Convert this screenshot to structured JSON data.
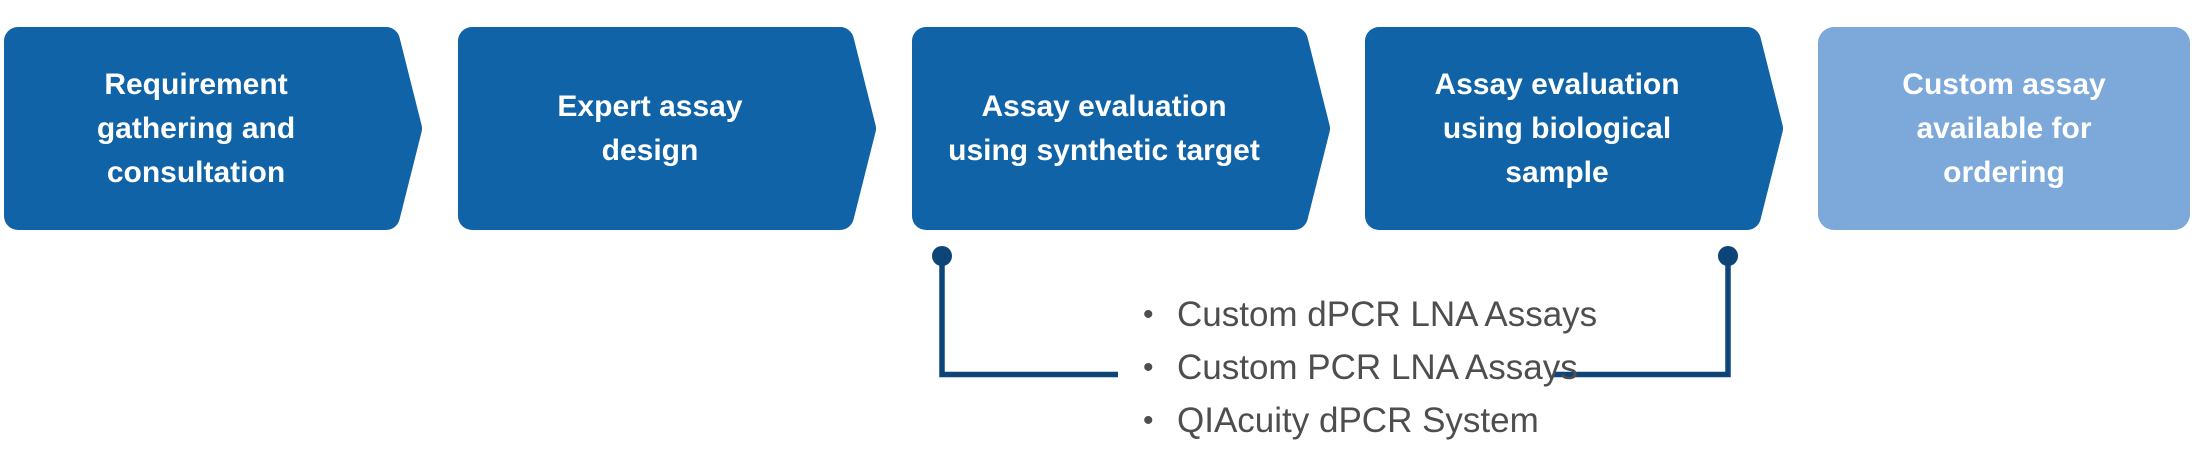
{
  "diagram": {
    "title_hint": "Custom assay workflow process",
    "steps": [
      {
        "label": "Requirement\ngathering and\nconsultation",
        "shape": "arrow"
      },
      {
        "label": "Expert assay\ndesign",
        "shape": "arrow"
      },
      {
        "label": "Assay evaluation\nusing synthetic target",
        "shape": "arrow"
      },
      {
        "label": "Assay evaluation\nusing biological\nsample",
        "shape": "arrow"
      },
      {
        "label": "Custom assay\navailable for\nordering",
        "shape": "rounded-rect"
      }
    ],
    "callout": {
      "bullet_char": "•",
      "items": [
        "Custom dPCR LNA Assays",
        "Custom PCR LNA Assays",
        "QIAcuity dPCR System"
      ],
      "connects": [
        "Assay evaluation using synthetic target",
        "Assay evaluation using biological sample"
      ]
    },
    "colors": {
      "step_fill": "#0F63A6",
      "end_step_fill": "#7CA8DA",
      "connector_line": "#0D4578",
      "callout_text": "#4E4E50",
      "step_text": "#FFFFFF",
      "background": "#FFFFFF"
    }
  }
}
